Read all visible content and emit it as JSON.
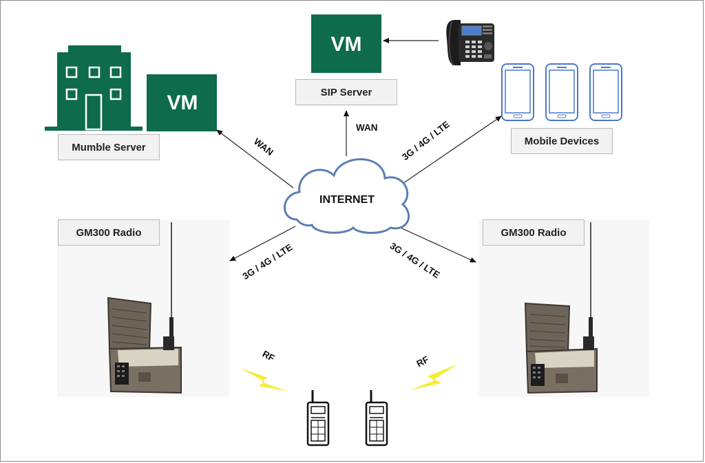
{
  "nodes": {
    "internet": "INTERNET",
    "mumble_server": "Mumble Server",
    "sip_server": "SIP Server",
    "mobile_devices": "Mobile Devices",
    "gm300_left": "GM300 Radio",
    "gm300_right": "GM300 Radio",
    "vm_left": "VM",
    "vm_center": "VM"
  },
  "links": {
    "wan_left": "WAN",
    "wan_center": "WAN",
    "mobile_link": "3G / 4G / LTE",
    "radio_left_link": "3G / 4G / LTE",
    "radio_right_link": "3G / 4G / LTE",
    "rf_left": "RF",
    "rf_right": "RF"
  },
  "colors": {
    "vm_green": "#0e6b4c",
    "cloud_stroke": "#5a7fb0",
    "lightning": "#f5ec3a",
    "phone_blue": "#3f6fc0"
  },
  "icons": [
    "building-icon",
    "vm-icon",
    "desk-phone-icon",
    "smartphone-icon",
    "cloud-icon",
    "radio-case-icon",
    "antenna-icon",
    "walkie-talkie-icon",
    "lightning-icon"
  ]
}
